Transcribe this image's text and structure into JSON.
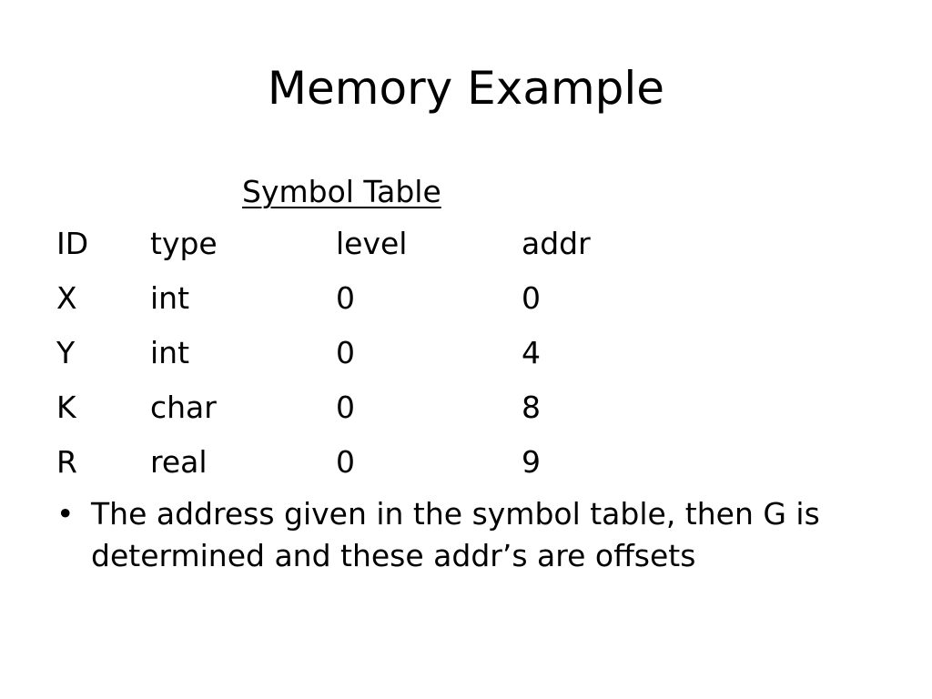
{
  "slide": {
    "title": "Memory Example",
    "subheading": "Symbol Table",
    "table": {
      "headers": [
        "ID",
        "type",
        "level",
        "addr"
      ],
      "rows": [
        [
          "X",
          "int",
          "0",
          "0"
        ],
        [
          "Y",
          "int",
          "0",
          "4"
        ],
        [
          "K",
          "char",
          "0",
          "8"
        ],
        [
          "R",
          "real",
          "0",
          "9"
        ]
      ]
    },
    "bullets": [
      {
        "marker": "•",
        "text": "The address given in the symbol table, then G is determined and these addr’s are offsets"
      }
    ]
  }
}
